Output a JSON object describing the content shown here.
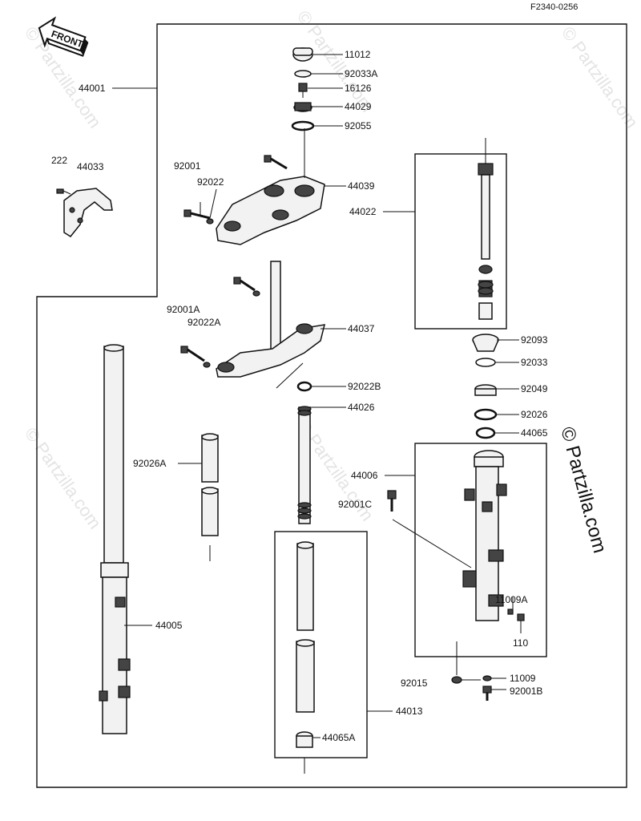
{
  "diagram_code": "F2340-0256",
  "front_label": "FRONT",
  "watermark": "© Partzilla.com",
  "labels": {
    "p11012": "11012",
    "p92033A": "92033A",
    "p16126": "16126",
    "p44029": "44029",
    "p92055": "92055",
    "p44001": "44001",
    "p222": "222",
    "p44033": "44033",
    "p92001": "92001",
    "p92022": "92022",
    "p44039": "44039",
    "p44022": "44022",
    "p92001A": "92001A",
    "p92022A": "92022A",
    "p44037": "44037",
    "p92093": "92093",
    "p92033": "92033",
    "p92022B": "92022B",
    "p92049": "92049",
    "p44026": "44026",
    "p92026": "92026",
    "p44065": "44065",
    "p92026A": "92026A",
    "p44006": "44006",
    "p92001C": "92001C",
    "p11009A": "11009A",
    "p110": "110",
    "p44005": "44005",
    "p92015": "92015",
    "p11009": "11009",
    "p92001B": "92001B",
    "p44013": "44013",
    "p44065A": "44065A"
  }
}
